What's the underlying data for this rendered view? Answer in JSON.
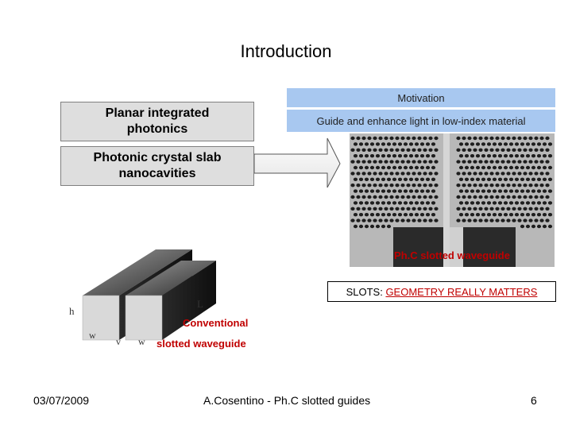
{
  "slide": {
    "title": "Introduction",
    "left_boxes": {
      "box1": "Planar integrated photonics",
      "box2": "Photonic crystal slab nanocavities"
    },
    "motivation": {
      "header": "Motivation",
      "text": "Guide and enhance light in low-index material"
    },
    "phc_image": {
      "label": "Ph.C slotted waveguide"
    },
    "slots": {
      "prefix": "SLOTS: ",
      "emphasis": "GEOMETRY REALLY MATTERS"
    },
    "conventional": {
      "line1": "Conventional",
      "line2": "slotted waveguide",
      "dims": {
        "h": "h",
        "L": "L",
        "w1": "w",
        "v": "v",
        "w2": "w"
      }
    },
    "footer": {
      "date": "03/07/2009",
      "author": "A.Cosentino - Ph.C slotted guides",
      "page": "6"
    },
    "colors": {
      "box_gray": "#dedede",
      "motivation_blue": "#a8c8f0",
      "accent_red": "#c00000"
    }
  }
}
